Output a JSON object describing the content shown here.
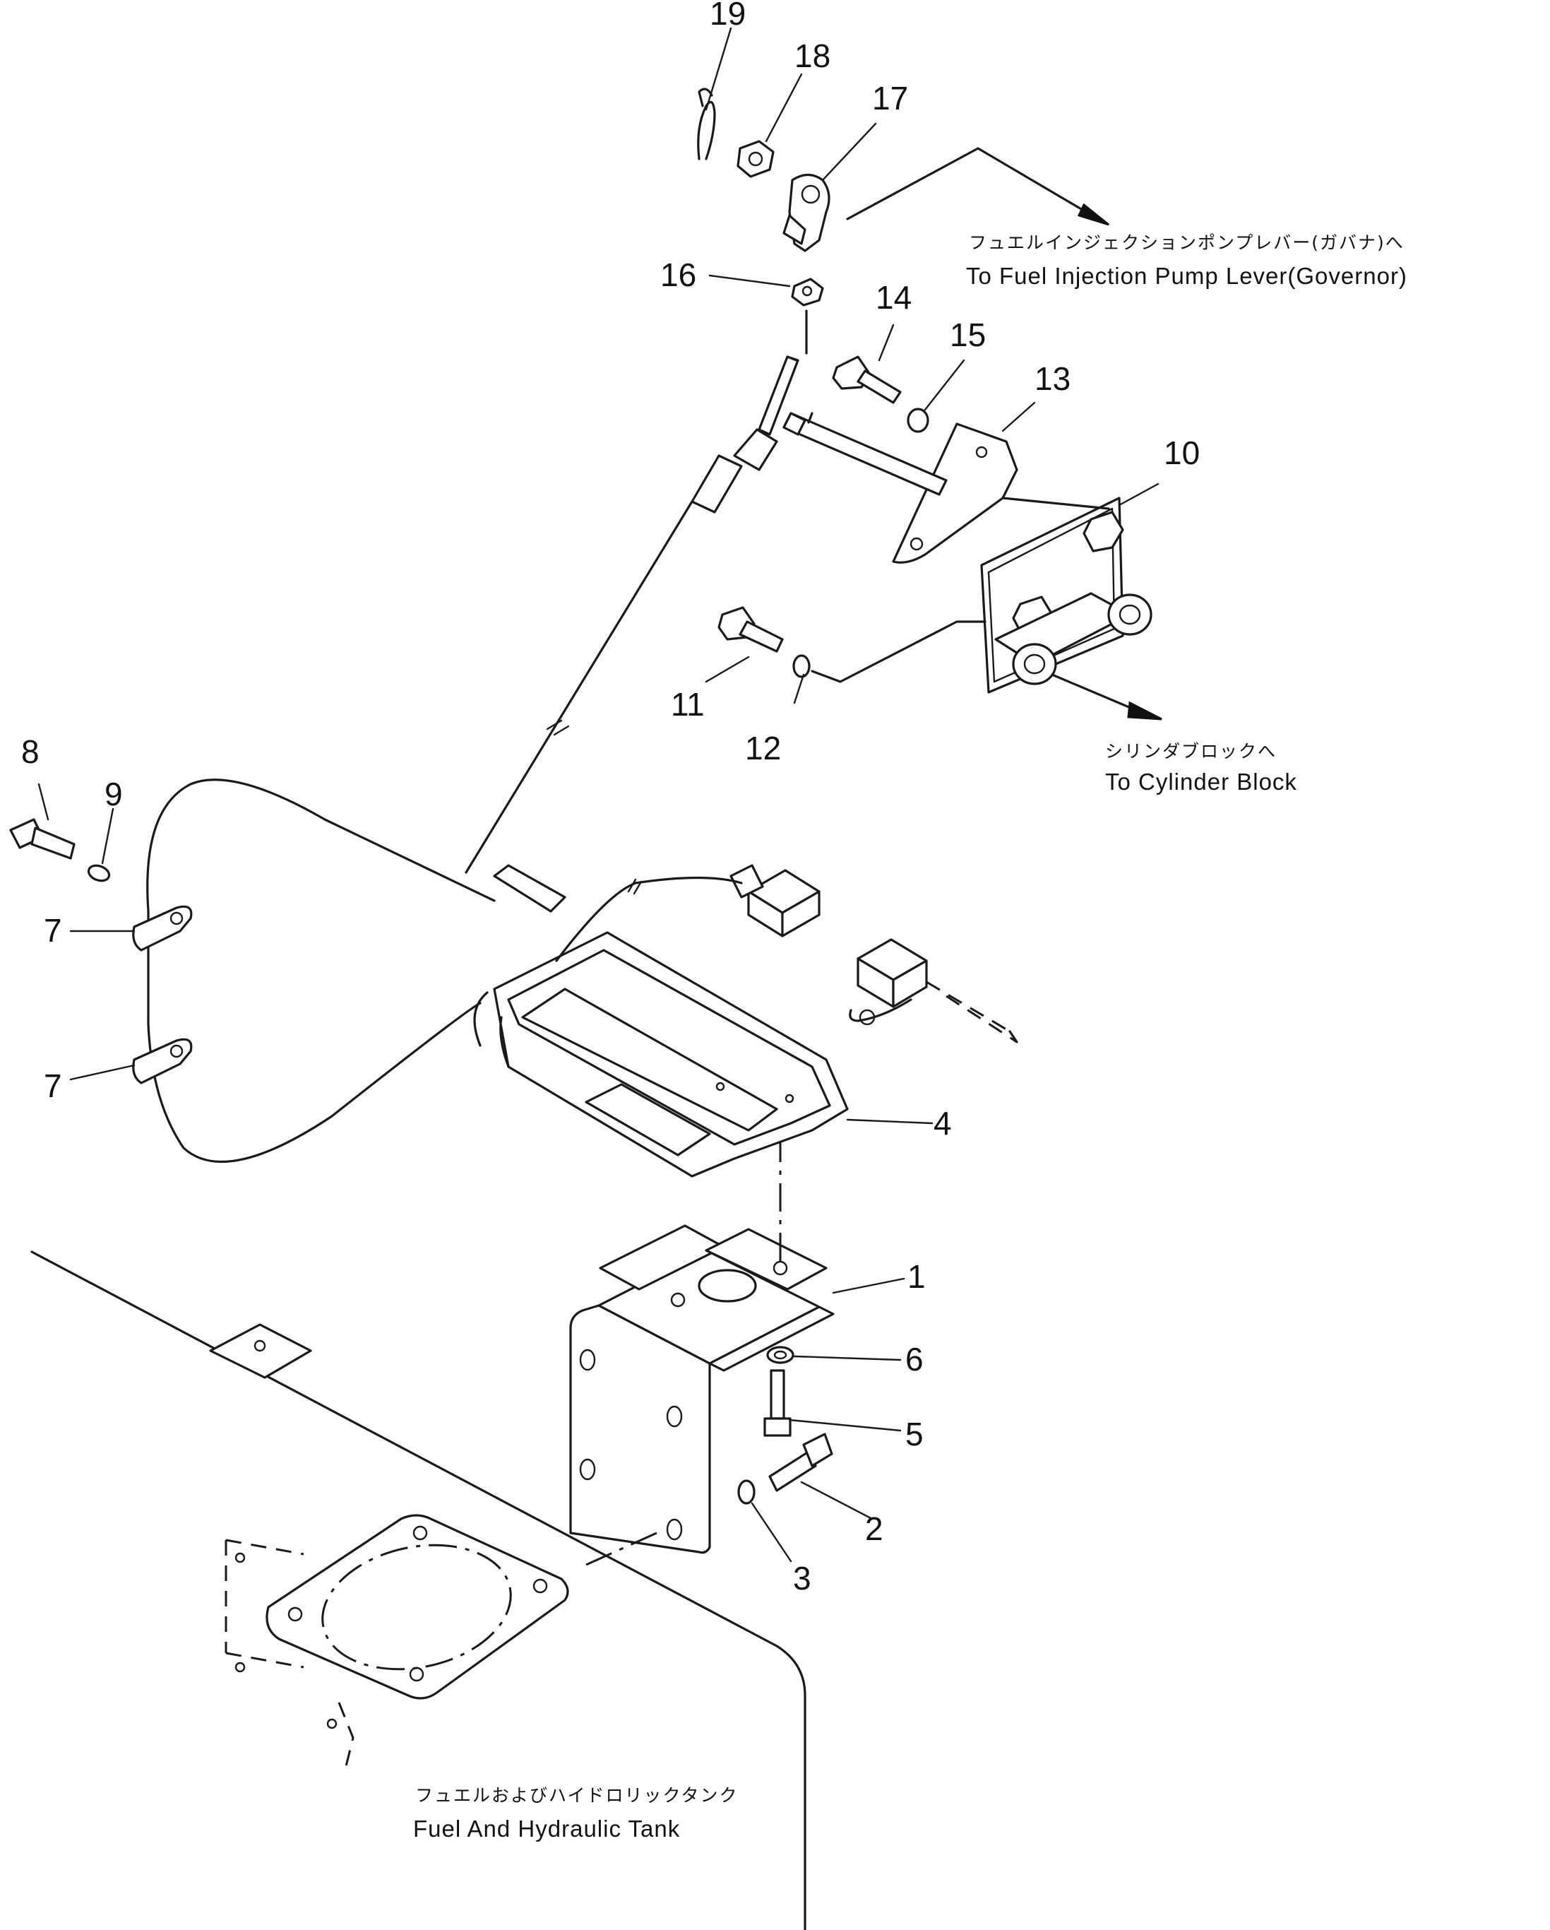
{
  "callouts": {
    "n1": "1",
    "n2": "2",
    "n3": "3",
    "n4": "4",
    "n5": "5",
    "n6": "6",
    "n7a": "7",
    "n7b": "7",
    "n8": "8",
    "n9": "9",
    "n10": "10",
    "n11": "11",
    "n12": "12",
    "n13": "13",
    "n14": "14",
    "n15": "15",
    "n16": "16",
    "n17": "17",
    "n18": "18",
    "n19": "19"
  },
  "labels": {
    "governor_jp": "フュエルインジェクションポンプレバー(ガバナ)へ",
    "governor_en": "To Fuel Injection Pump Lever(Governor)",
    "cylinder_jp": "シリンダブロックへ",
    "cylinder_en": "To Cylinder Block",
    "tank_jp": "フュエルおよびハイドロリックタンク",
    "tank_en": "Fuel And Hydraulic Tank"
  }
}
